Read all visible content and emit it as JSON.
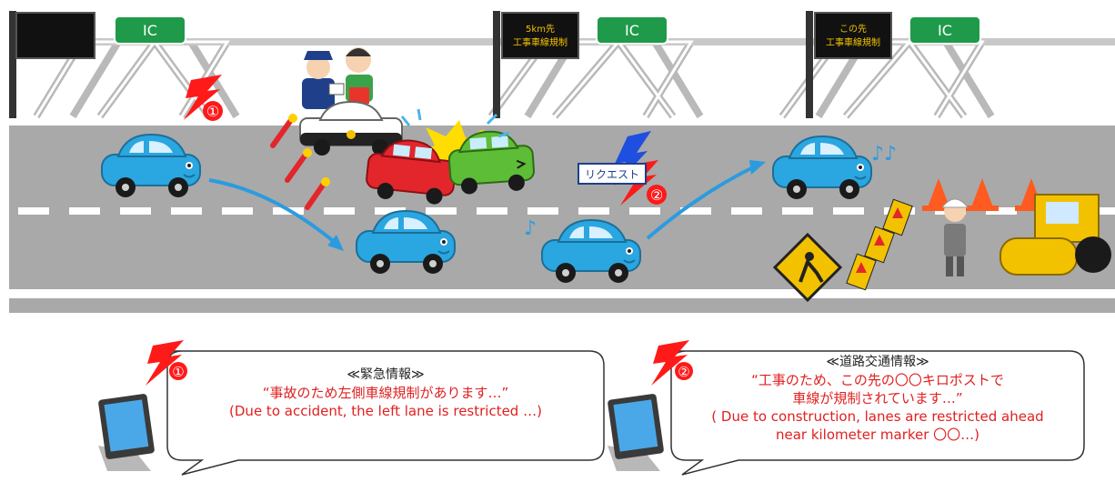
{
  "gantries": [
    {
      "ic_label": "IC",
      "sign_lines": []
    },
    {
      "ic_label": "IC",
      "sign_lines": [
        "5km先",
        "工事車線規制"
      ]
    },
    {
      "ic_label": "IC",
      "sign_lines": [
        "この先",
        "工事車線規制"
      ]
    }
  ],
  "markers": {
    "one": "①",
    "two": "②"
  },
  "request_label": "リクエスト",
  "bubbles": [
    {
      "marker": "①",
      "heading": "≪緊急情報≫",
      "lines": [
        "“事故のため左側車線規制があります…”"
      ],
      "translation": [
        "(Due to accident, the left lane is restricted …)"
      ]
    },
    {
      "marker": "②",
      "heading": "≪道路交通情報≫",
      "lines": [
        "“工事のため、この先の〇〇キロポストで",
        "車線が規制されています…”"
      ],
      "translation": [
        "( Due to construction, lanes are restricted ahead",
        "near kilometer marker 〇〇…)"
      ]
    }
  ],
  "colors": {
    "road": "#a9a9a9",
    "sign_green": "#1f9a4a",
    "sign_text": "#f2c200",
    "blue_car": "#2aa6e0",
    "flash": "#ff1a1a",
    "arrow": "#2b9be0",
    "text_red": "#e02020"
  }
}
